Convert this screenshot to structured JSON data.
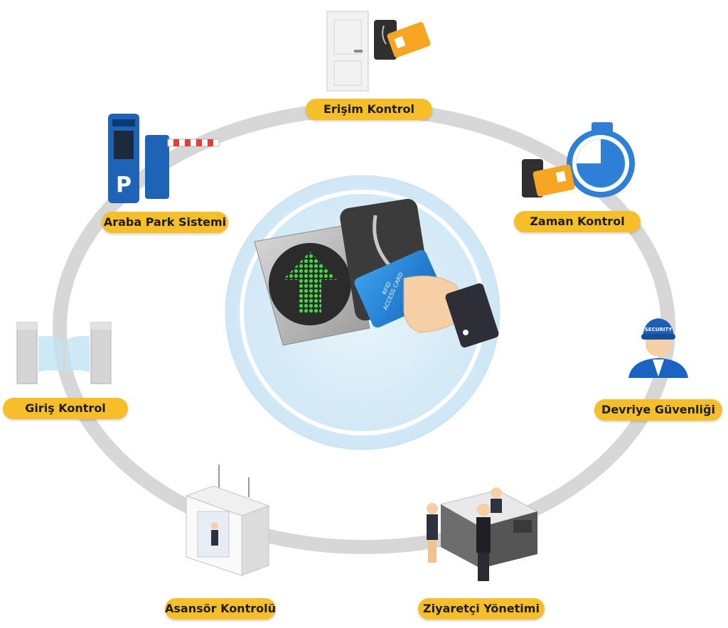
{
  "diagram": {
    "colors": {
      "ring": "#d7d7d7",
      "label_bg": "#f6bf2a",
      "center_glow": "#d6ecf8",
      "card_blue": "#1d7fd3",
      "arrow_green": "#3fd63f"
    },
    "center_card_text": [
      "RFID",
      "ACCESS CARD"
    ],
    "guard_cap_text": "SECURITY",
    "nodes": [
      {
        "id": "access",
        "label": "Erişim Kontrol",
        "icon": "door-with-card-reader-icon"
      },
      {
        "id": "time",
        "label": "Zaman Kontrol",
        "icon": "stopwatch-card-reader-icon"
      },
      {
        "id": "patrol",
        "label": "Devriye Güvenliği",
        "icon": "security-guard-icon"
      },
      {
        "id": "visitor",
        "label": "Ziyaretçi Yönetimi",
        "icon": "reception-desk-icon"
      },
      {
        "id": "elevator",
        "label": "Asansör Kontrolü",
        "icon": "elevator-icon"
      },
      {
        "id": "entry",
        "label": "Giriş Kontrol",
        "icon": "turnstile-gate-icon"
      },
      {
        "id": "parking",
        "label": "Araba Park Sistemi",
        "icon": "parking-barrier-icon"
      }
    ]
  }
}
